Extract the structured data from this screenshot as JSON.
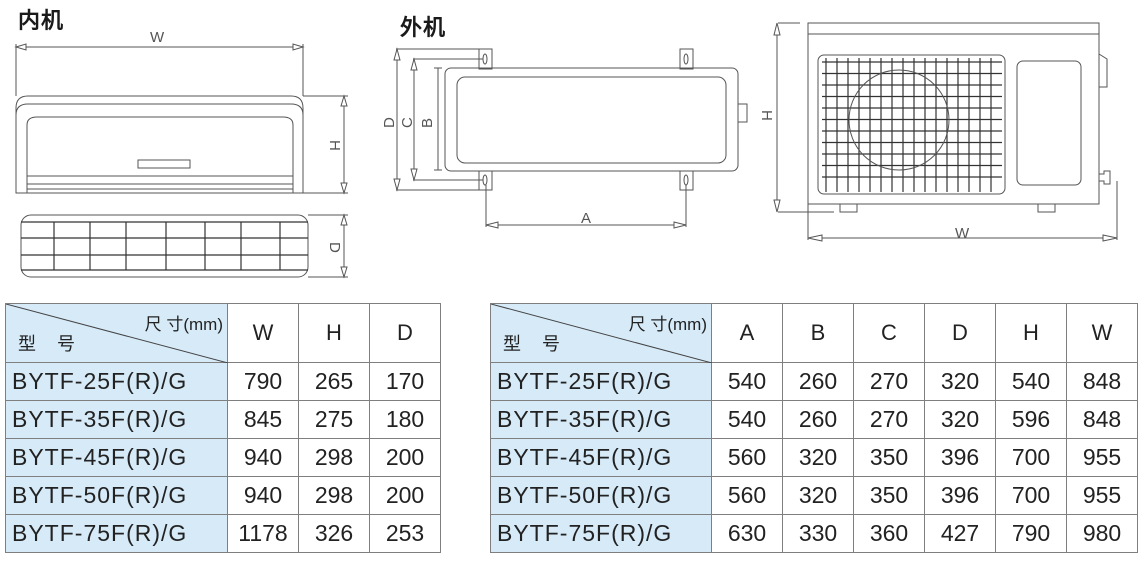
{
  "indoor": {
    "title": "内机",
    "dim_labels": {
      "W": "W",
      "H": "H",
      "D": "D"
    },
    "table": {
      "corner_unit": "尺 寸(mm)",
      "corner_model": "型 号",
      "columns": [
        "W",
        "H",
        "D"
      ],
      "rows": [
        {
          "model": "BYTF-25F(R)/G",
          "values": [
            "790",
            "265",
            "170"
          ]
        },
        {
          "model": "BYTF-35F(R)/G",
          "values": [
            "845",
            "275",
            "180"
          ]
        },
        {
          "model": "BYTF-45F(R)/G",
          "values": [
            "940",
            "298",
            "200"
          ]
        },
        {
          "model": "BYTF-50F(R)/G",
          "values": [
            "940",
            "298",
            "200"
          ]
        },
        {
          "model": "BYTF-75F(R)/G",
          "values": [
            "1178",
            "326",
            "253"
          ]
        }
      ]
    }
  },
  "outdoor": {
    "title": "外机",
    "dim_labels": {
      "A": "A",
      "B": "B",
      "C": "C",
      "D": "D",
      "H": "H",
      "W": "W"
    },
    "table": {
      "corner_unit": "尺 寸(mm)",
      "corner_model": "型 号",
      "columns": [
        "A",
        "B",
        "C",
        "D",
        "H",
        "W"
      ],
      "rows": [
        {
          "model": "BYTF-25F(R)/G",
          "values": [
            "540",
            "260",
            "270",
            "320",
            "540",
            "848"
          ]
        },
        {
          "model": "BYTF-35F(R)/G",
          "values": [
            "540",
            "260",
            "270",
            "320",
            "596",
            "848"
          ]
        },
        {
          "model": "BYTF-45F(R)/G",
          "values": [
            "560",
            "320",
            "350",
            "396",
            "700",
            "955"
          ]
        },
        {
          "model": "BYTF-50F(R)/G",
          "values": [
            "560",
            "320",
            "350",
            "396",
            "700",
            "955"
          ]
        },
        {
          "model": "BYTF-75F(R)/G",
          "values": [
            "630",
            "330",
            "360",
            "427",
            "790",
            "980"
          ]
        }
      ]
    }
  },
  "colors": {
    "header_fill": "#d6eaf8",
    "border": "#7f7f7f",
    "line": "#555555"
  }
}
